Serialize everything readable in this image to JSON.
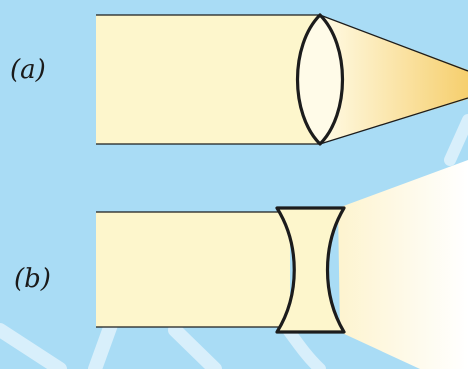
{
  "labels": {
    "a": "(a)",
    "b": "(b)"
  },
  "colors": {
    "background": "#a9dcf5",
    "beam": "#fdf6cc",
    "converge_end": "#f6cf6e",
    "diverge_end": "#ffffff",
    "lens_outline": "#1c1c1c",
    "watermark": "#ffffff"
  },
  "figures": [
    {
      "id": "a",
      "lens": "convex",
      "beam": "converging"
    },
    {
      "id": "b",
      "lens": "concave",
      "beam": "diverging"
    }
  ]
}
